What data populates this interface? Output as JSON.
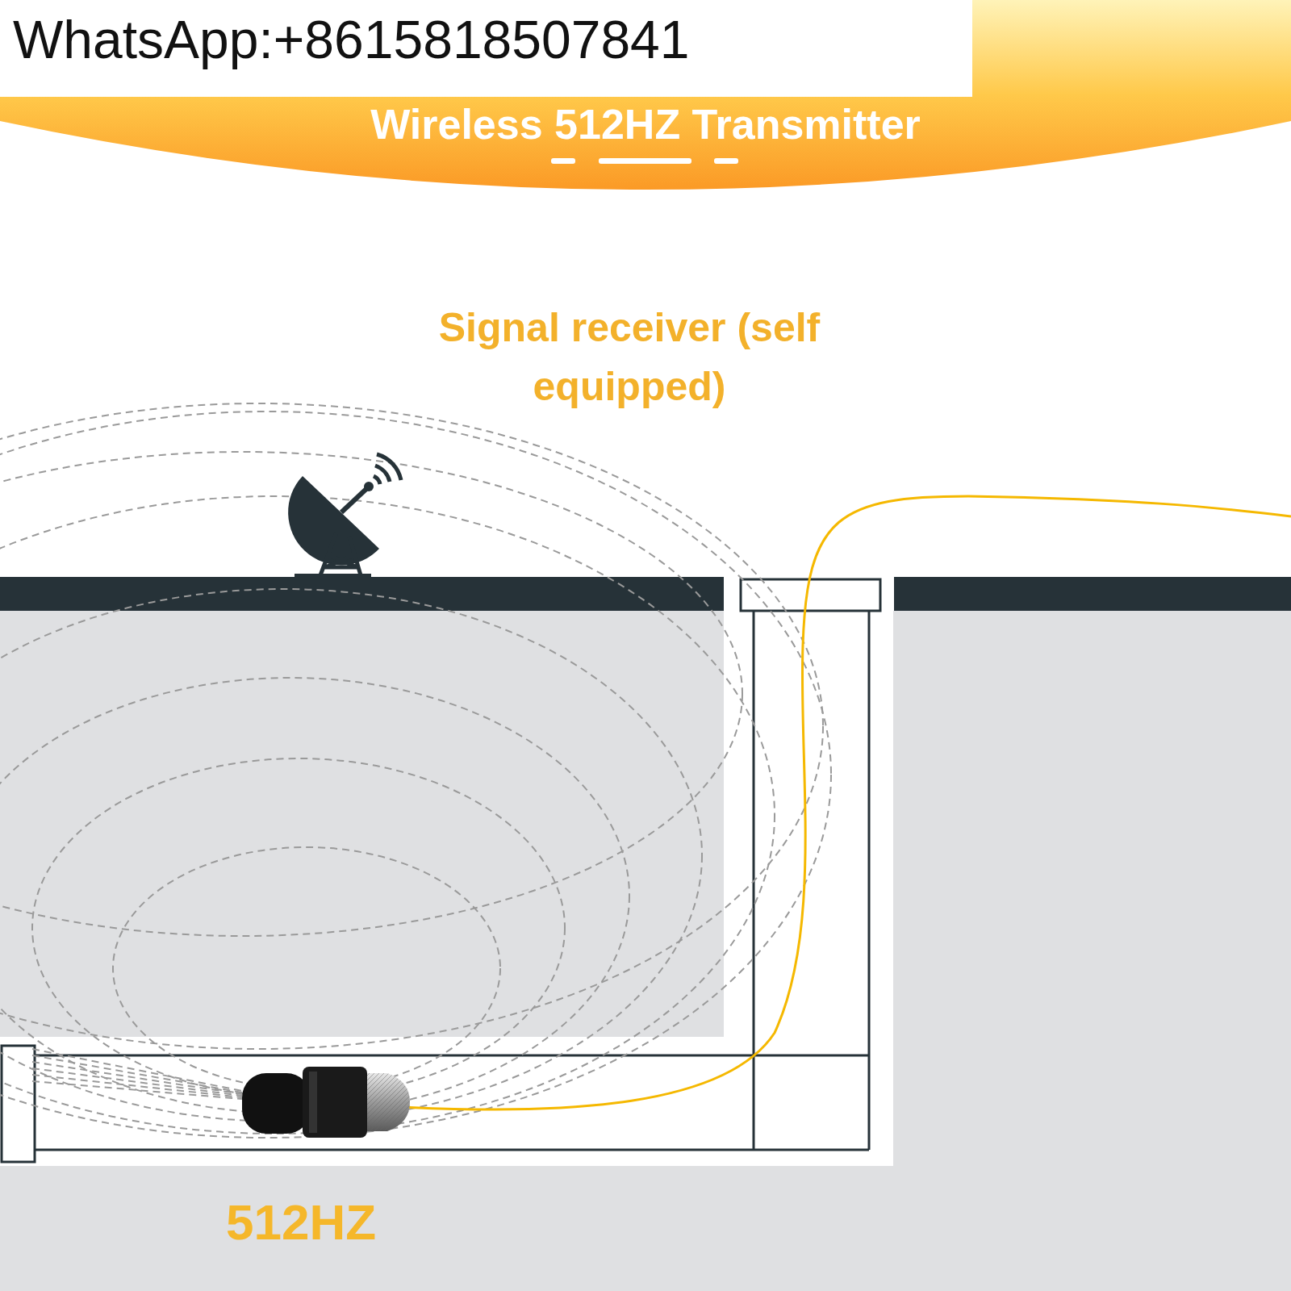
{
  "diagram": {
    "title": "Wireless 512HZ Transmitter",
    "labels": [
      "WhatsApp:+8615818507841",
      "Signal receiver (self equipped)",
      "512HZ"
    ]
  }
}
